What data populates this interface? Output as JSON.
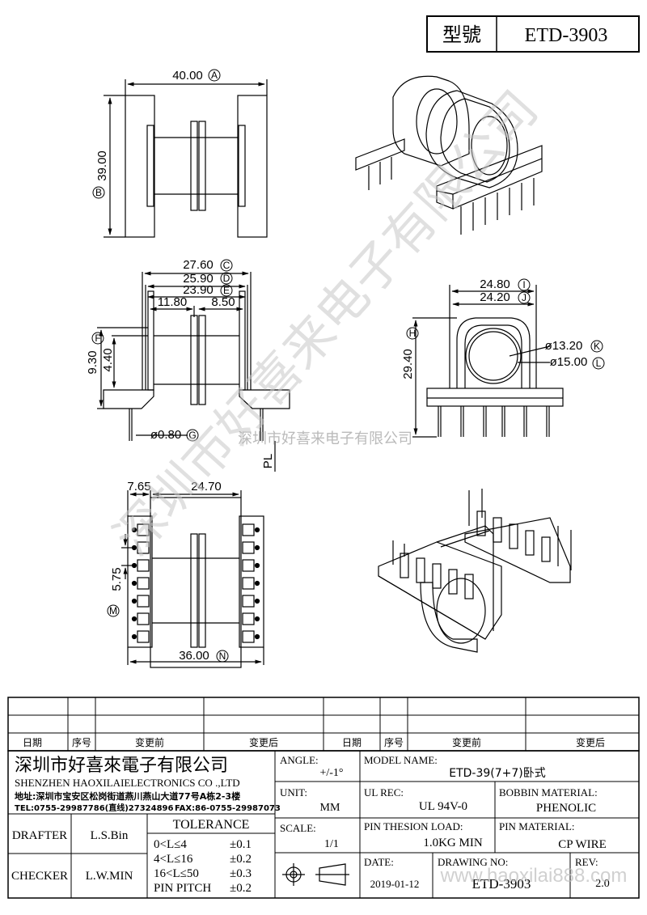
{
  "header": {
    "model_label": "型號",
    "model_value": "ETD-3903"
  },
  "dimensions": {
    "top": {
      "width": "40.00",
      "width_ref": "A",
      "height": "39.00",
      "height_ref": "B"
    },
    "side": {
      "w1": "27.60",
      "w1_ref": "C",
      "w2": "25.90",
      "w2_ref": "D",
      "w3": "23.90",
      "w3_ref": "E",
      "left_half": "11.80",
      "right_half": "8.50",
      "h_total": "9.30",
      "h_total_ref": "F",
      "h_inner": "4.40",
      "pin_dia": "ø0.80",
      "pin_dia_ref": "G",
      "pl": "PL"
    },
    "end": {
      "w1": "24.80",
      "w1_ref": "I",
      "w2": "24.20",
      "w2_ref": "J",
      "h": "29.40",
      "h_ref": "H",
      "d1": "ø13.20",
      "d1_ref": "K",
      "d2": "ø15.00",
      "d2_ref": "L"
    },
    "bottom": {
      "offset": "7.65",
      "inner": "24.70",
      "pitch": "5.75",
      "pitch_ref": "M",
      "span": "36.00",
      "span_ref": "N"
    }
  },
  "watermark": {
    "company_diag": "深圳市好喜来电子有限公司",
    "company_line": "深圳市好喜来电子有限公司",
    "site": "www.haoxilai888.com"
  },
  "revision_table": {
    "headers": [
      "日期",
      "序号",
      "变更前",
      "变更后",
      "日期",
      "序号",
      "变更前",
      "变更后"
    ]
  },
  "title_block": {
    "company_cn": "深圳市好喜來電子有限公司",
    "company_en": "SHENZHEN HAOXILAIELECTRONICS CO .,LTD",
    "address": "地址:深圳市宝安区松岗街道燕川燕山大道77号A栋2-3楼",
    "tel": "TEL:0755-29987786(直线)27324896",
    "fax": "FAX:86-0755-29987073",
    "angle_label": "ANGLE:",
    "angle_value": "+/-1°",
    "model_name_label": "MODEL NAME:",
    "model_name_value": "ETD-39(7+7)卧式",
    "unit_label": "UNIT:",
    "unit_value": "MM",
    "ul_label": "UL REC:",
    "ul_value": "UL 94V-0",
    "bobbin_label": "BOBBIN MATERIAL:",
    "bobbin_value": "PHENOLIC",
    "drafter_label": "DRAFTER",
    "drafter_value": "L.S.Bin",
    "checker_label": "CHECKER",
    "checker_value": "L.W.MIN",
    "tolerance_title": "TOLERANCE",
    "tol_rows": [
      {
        "range": "0<L≤4",
        "value": "±0.1"
      },
      {
        "range": "4<L≤16",
        "value": "±0.2"
      },
      {
        "range": "16<L≤50",
        "value": "±0.3"
      },
      {
        "range": "PIN PITCH",
        "value": "±0.2"
      }
    ],
    "scale_label": "SCALE:",
    "scale_value": "1/1",
    "pin_load_label": "PIN THESION LOAD:",
    "pin_load_value": "1.0KG MIN",
    "pin_mat_label": "PIN MATERIAL:",
    "pin_mat_value": "CP  WIRE",
    "date_label": "DATE:",
    "date_value": "2019-01-12",
    "drawing_label": "DRAWING NO:",
    "drawing_value": "ETD-3903",
    "rev_label": "REV:",
    "rev_value": "2.0"
  }
}
